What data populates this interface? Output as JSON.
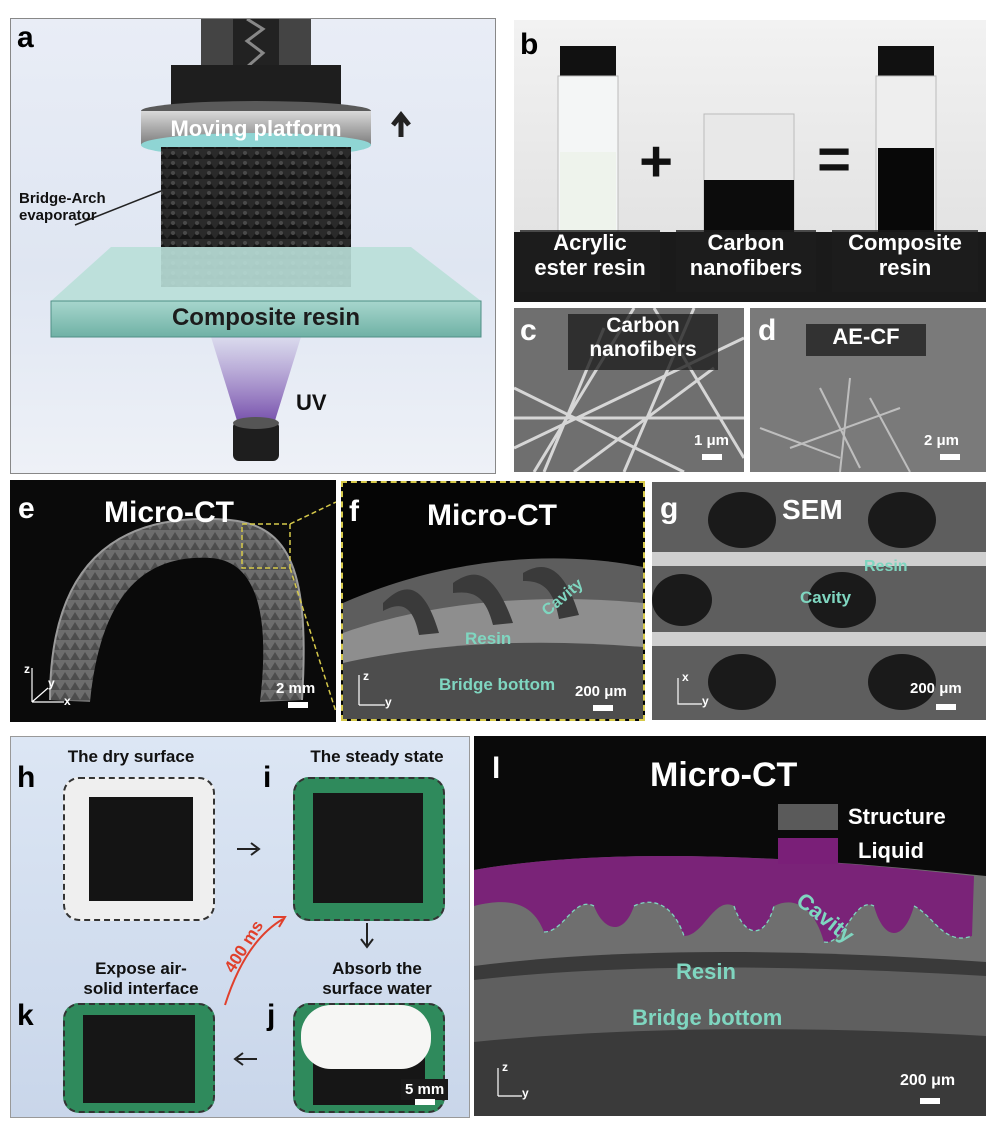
{
  "panels": {
    "a": {
      "label": "a",
      "platform": "Moving platform",
      "evaporator": "Bridge-Arch\nevaporator",
      "resin": "Composite resin",
      "uv": "UV"
    },
    "b": {
      "label": "b",
      "plus": "+",
      "equals": "=",
      "items": [
        {
          "text": "Acrylic\nester resin"
        },
        {
          "text": "Carbon\nnanofibers"
        },
        {
          "text": "Composite\nresin"
        }
      ]
    },
    "c": {
      "label": "c",
      "title": "Carbon\nnanofibers",
      "scale": "1 μm"
    },
    "d": {
      "label": "d",
      "title": "AE-CF",
      "scale": "2 μm"
    },
    "e": {
      "label": "e",
      "title": "Micro-CT",
      "scale": "2 mm",
      "axes": {
        "z": "z",
        "y": "y",
        "x": "x"
      }
    },
    "f": {
      "label": "f",
      "title": "Micro-CT",
      "cavity": "Cavity",
      "resin": "Resin",
      "bottom": "Bridge bottom",
      "scale": "200 μm",
      "axes": {
        "z": "z",
        "y": "y"
      }
    },
    "g": {
      "label": "g",
      "title": "SEM",
      "resin": "Resin",
      "cavity": "Cavity",
      "scale": "200 μm",
      "axes": {
        "x": "x",
        "y": "y"
      }
    },
    "h": {
      "label": "h",
      "caption": "The dry surface"
    },
    "i": {
      "label": "i",
      "caption": "The steady state"
    },
    "j": {
      "label": "j",
      "caption": "Absorb the\nsurface water",
      "scale": "5 mm"
    },
    "k": {
      "label": "k",
      "caption": "Expose air-\nsolid interface"
    },
    "timing": "400 ms",
    "l": {
      "label": "l",
      "title": "Micro-CT",
      "legend": [
        {
          "name": "Structure",
          "color": "#5a5a5a"
        },
        {
          "name": "Liquid",
          "color": "#7a1f78"
        }
      ],
      "cavity": "Cavity",
      "resin": "Resin",
      "bottom": "Bridge bottom",
      "scale": "200 μm",
      "axes": {
        "z": "z",
        "y": "y"
      }
    }
  }
}
